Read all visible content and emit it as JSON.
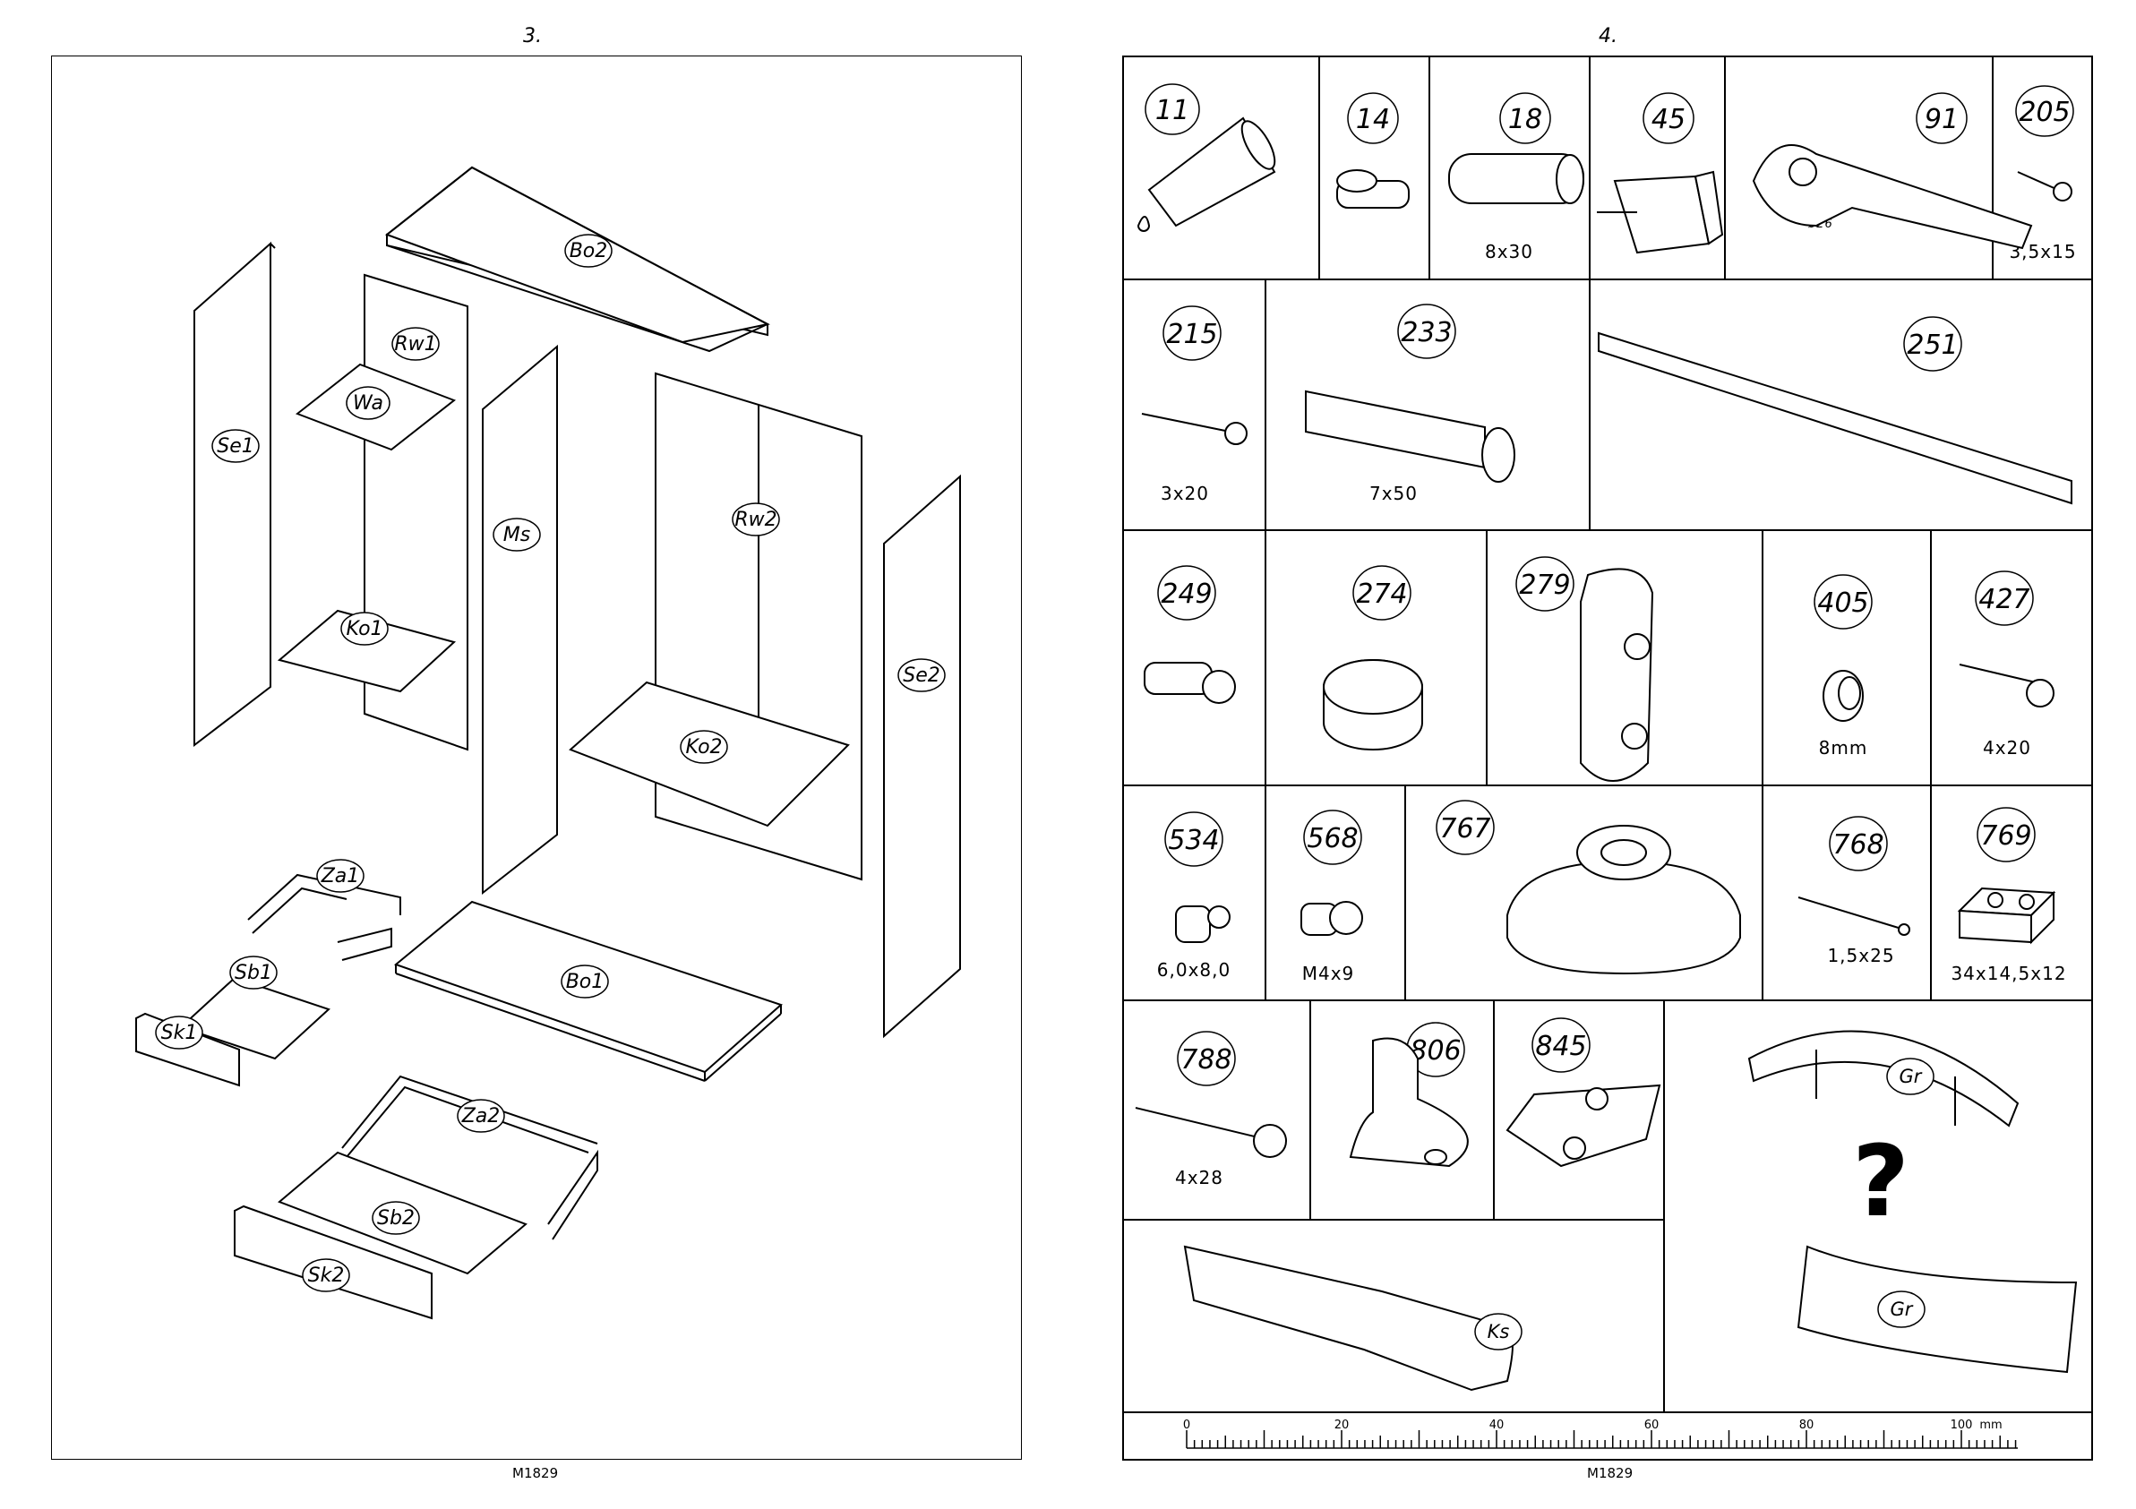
{
  "left_page": {
    "page_number": "3.",
    "footer_code": "M1829",
    "parts": [
      "Bo2",
      "Rw1",
      "Wa",
      "Se1",
      "Ms",
      "Rw2",
      "Ko1",
      "Ko2",
      "Se2",
      "Za1",
      "Sb1",
      "Sk1",
      "Bo1",
      "Za2",
      "Sb2",
      "Sk2"
    ]
  },
  "right_page": {
    "page_number": "4.",
    "footer_code": "M1829",
    "hardware": [
      {
        "id": "11",
        "size": ""
      },
      {
        "id": "14",
        "size": ""
      },
      {
        "id": "18",
        "size": "8x30"
      },
      {
        "id": "45",
        "size": ""
      },
      {
        "id": "91",
        "size": "ø26"
      },
      {
        "id": "205",
        "size": "3,5x15"
      },
      {
        "id": "215",
        "size": "3x20"
      },
      {
        "id": "233",
        "size": "7x50"
      },
      {
        "id": "251",
        "size": ""
      },
      {
        "id": "249",
        "size": ""
      },
      {
        "id": "274",
        "size": ""
      },
      {
        "id": "279",
        "size": ""
      },
      {
        "id": "405",
        "size": "8mm"
      },
      {
        "id": "427",
        "size": "4x20"
      },
      {
        "id": "534",
        "size": "6,0x8,0"
      },
      {
        "id": "568",
        "size": "M4x9"
      },
      {
        "id": "767",
        "size": ""
      },
      {
        "id": "768",
        "size": "1,5x25"
      },
      {
        "id": "769",
        "size": "34x14,5x12"
      },
      {
        "id": "788",
        "size": "4x28"
      },
      {
        "id": "806",
        "size": ""
      },
      {
        "id": "845",
        "size": ""
      }
    ],
    "handle_labels": [
      "Gr",
      "Gr"
    ],
    "question_mark": "?",
    "rail_label": "Ks",
    "ruler": {
      "ticks": [
        "0",
        "20",
        "40",
        "60",
        "80",
        "100"
      ],
      "unit": "mm"
    }
  }
}
